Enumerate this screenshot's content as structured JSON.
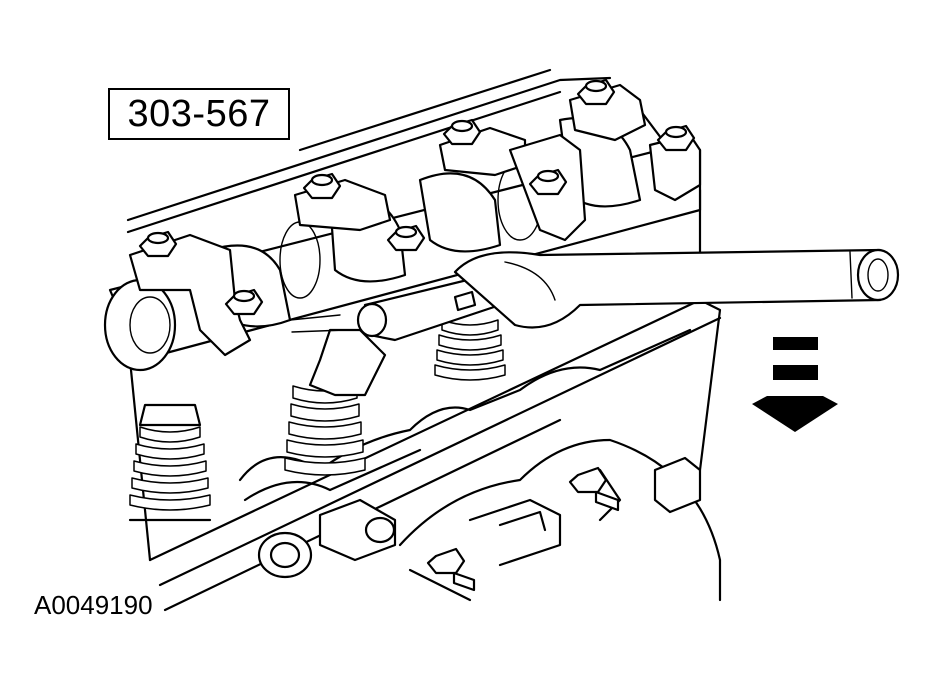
{
  "diagram": {
    "tool_number": "303-567",
    "figure_id": "A0049190",
    "arrow_direction": "down"
  }
}
